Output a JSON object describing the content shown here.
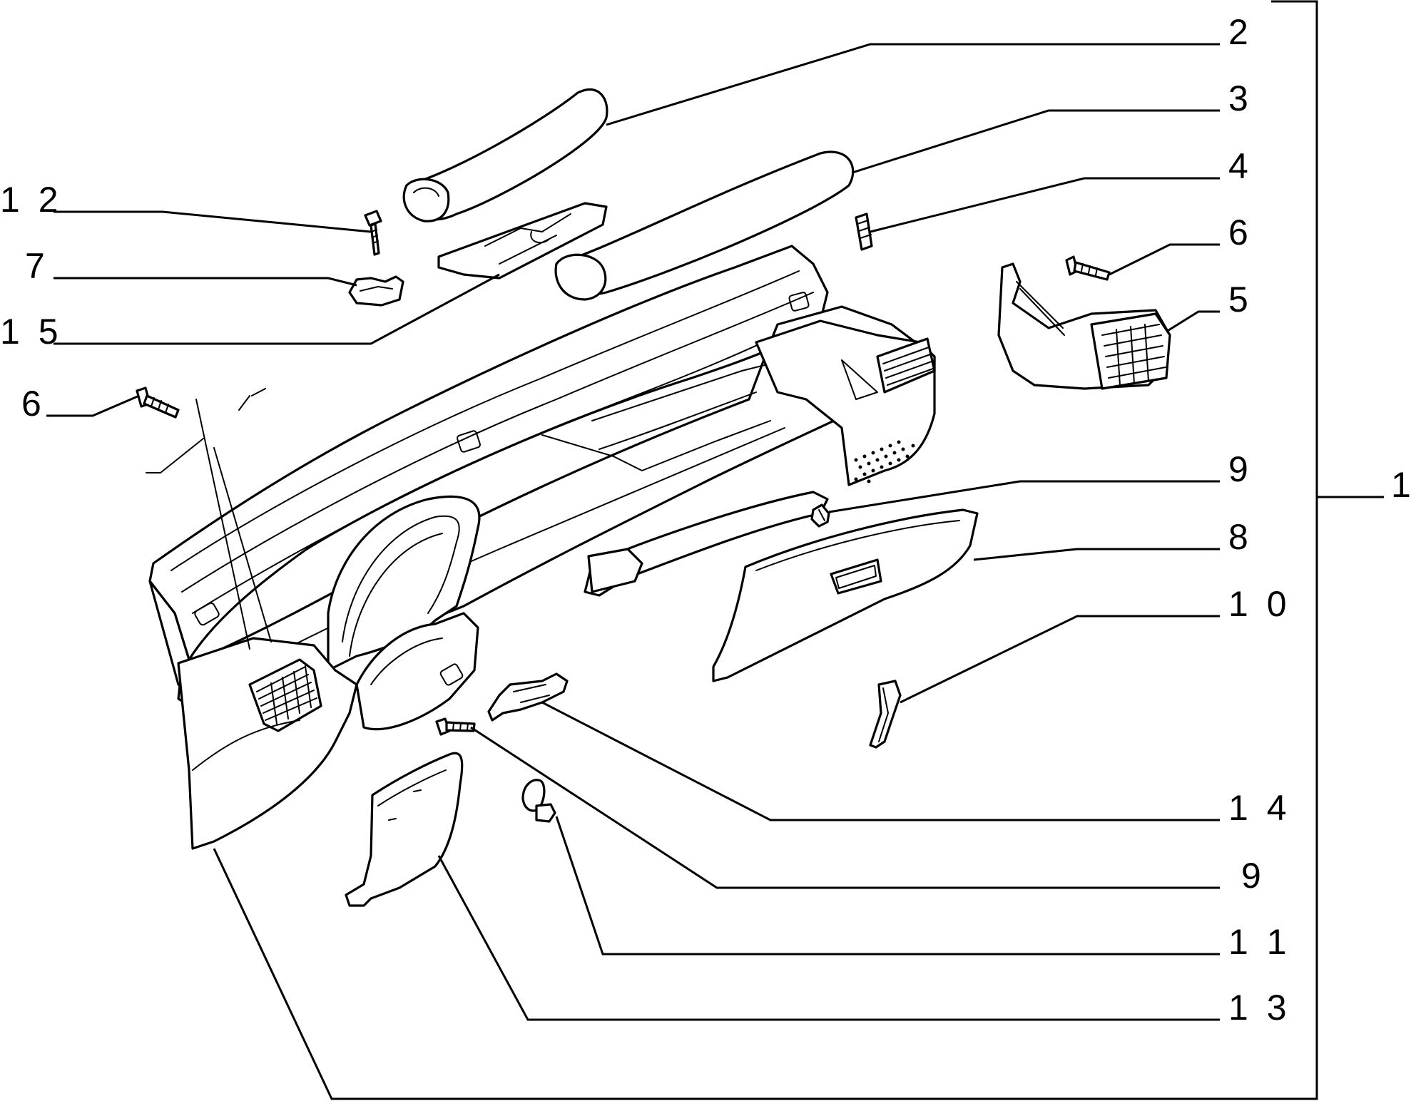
{
  "callouts": [
    {
      "id": "c2",
      "text": "2"
    },
    {
      "id": "c3",
      "text": "3"
    },
    {
      "id": "c4",
      "text": "4"
    },
    {
      "id": "c6r",
      "text": "6"
    },
    {
      "id": "c5",
      "text": "5"
    },
    {
      "id": "c12",
      "text": "1 2"
    },
    {
      "id": "c7",
      "text": "7"
    },
    {
      "id": "c15",
      "text": "1 5"
    },
    {
      "id": "c6l",
      "text": "6"
    },
    {
      "id": "c9a",
      "text": "9"
    },
    {
      "id": "c8",
      "text": "8"
    },
    {
      "id": "c10",
      "text": "1 0"
    },
    {
      "id": "c14",
      "text": "1 4"
    },
    {
      "id": "c9b",
      "text": "9"
    },
    {
      "id": "c11",
      "text": "1 1"
    },
    {
      "id": "c13",
      "text": "1 3"
    },
    {
      "id": "c1",
      "text": "1"
    }
  ]
}
